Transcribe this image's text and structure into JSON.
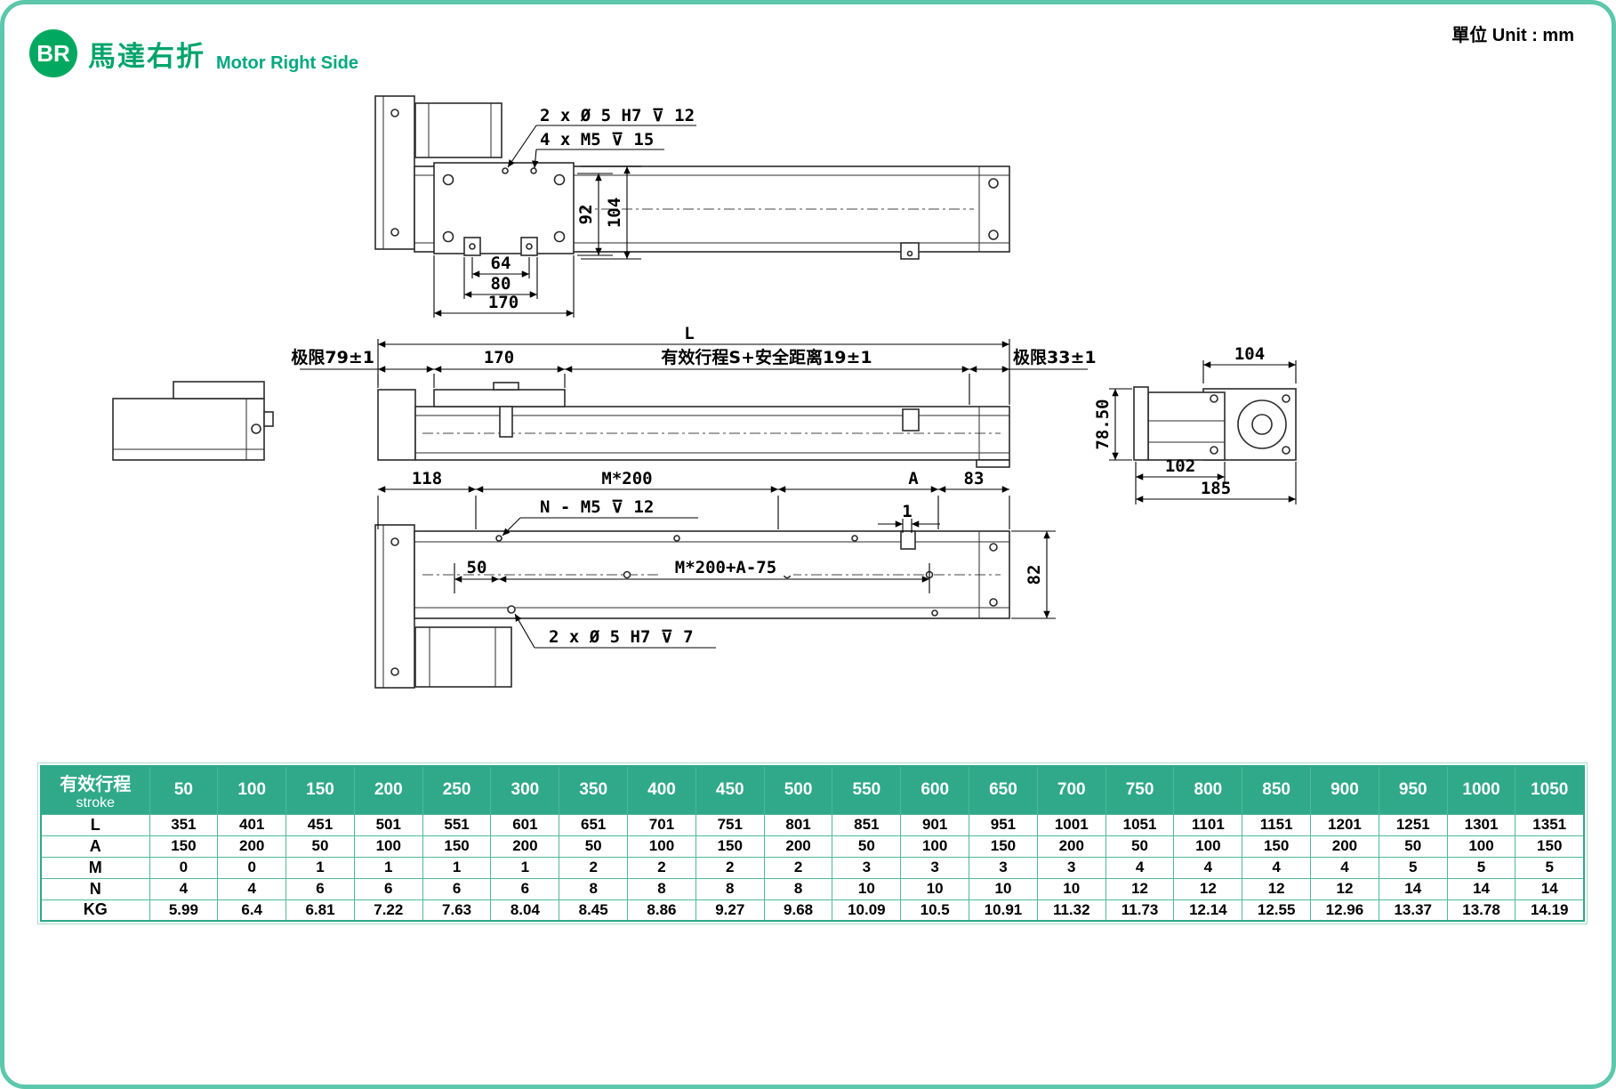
{
  "page": {
    "badge": "BR",
    "title_zh": "馬達右折",
    "title_en": "Motor Right Side",
    "unit_label": "單位 Unit : mm"
  },
  "colors": {
    "accent_green": "#00a46b",
    "badge_green": "#00a95f",
    "border_teal": "#5cc7ab",
    "table_header_green": "#2fa98a"
  },
  "drawings": {
    "plan": {
      "note_holes": "2 x Ø 5 H7 ⊽ 12",
      "note_m5": "4 x M5 ⊽ 15",
      "d64": "64",
      "d80": "80",
      "d170": "170",
      "d92": "92",
      "d104": "104"
    },
    "side": {
      "dL": "L",
      "limit_left": "极限79±1",
      "d170": "170",
      "stroke_span": "有效行程S+安全距离19±1",
      "limit_right": "极限33±1"
    },
    "end": {
      "d104": "104",
      "d78_5": "78.50",
      "d102": "102",
      "d185": "185"
    },
    "bottom": {
      "d118": "118",
      "dM200": "M*200",
      "dA": "A",
      "d83": "83",
      "note_n": "N - M5 ⊽ 12",
      "d1": "1",
      "d50": "50",
      "dM200A": "M*200+A-75",
      "d82": "82",
      "note_holes": "2 x Ø 5 H7 ⊽ 7"
    }
  },
  "table": {
    "corner_zh": "有效行程",
    "corner_en": "stroke",
    "stroke_columns": [
      "50",
      "100",
      "150",
      "200",
      "250",
      "300",
      "350",
      "400",
      "450",
      "500",
      "550",
      "600",
      "650",
      "700",
      "750",
      "800",
      "850",
      "900",
      "950",
      "1000",
      "1050"
    ],
    "rows": [
      {
        "label": "L",
        "values": [
          "351",
          "401",
          "451",
          "501",
          "551",
          "601",
          "651",
          "701",
          "751",
          "801",
          "851",
          "901",
          "951",
          "1001",
          "1051",
          "1101",
          "1151",
          "1201",
          "1251",
          "1301",
          "1351"
        ]
      },
      {
        "label": "A",
        "values": [
          "150",
          "200",
          "50",
          "100",
          "150",
          "200",
          "50",
          "100",
          "150",
          "200",
          "50",
          "100",
          "150",
          "200",
          "50",
          "100",
          "150",
          "200",
          "50",
          "100",
          "150"
        ]
      },
      {
        "label": "M",
        "values": [
          "0",
          "0",
          "1",
          "1",
          "1",
          "1",
          "2",
          "2",
          "2",
          "2",
          "3",
          "3",
          "3",
          "3",
          "4",
          "4",
          "4",
          "4",
          "5",
          "5",
          "5"
        ]
      },
      {
        "label": "N",
        "values": [
          "4",
          "4",
          "6",
          "6",
          "6",
          "6",
          "8",
          "8",
          "8",
          "8",
          "10",
          "10",
          "10",
          "10",
          "12",
          "12",
          "12",
          "12",
          "14",
          "14",
          "14"
        ]
      },
      {
        "label": "KG",
        "values": [
          "5.99",
          "6.4",
          "6.81",
          "7.22",
          "7.63",
          "8.04",
          "8.45",
          "8.86",
          "9.27",
          "9.68",
          "10.09",
          "10.5",
          "10.91",
          "11.32",
          "11.73",
          "12.14",
          "12.55",
          "12.96",
          "13.37",
          "13.78",
          "14.19"
        ]
      }
    ]
  }
}
